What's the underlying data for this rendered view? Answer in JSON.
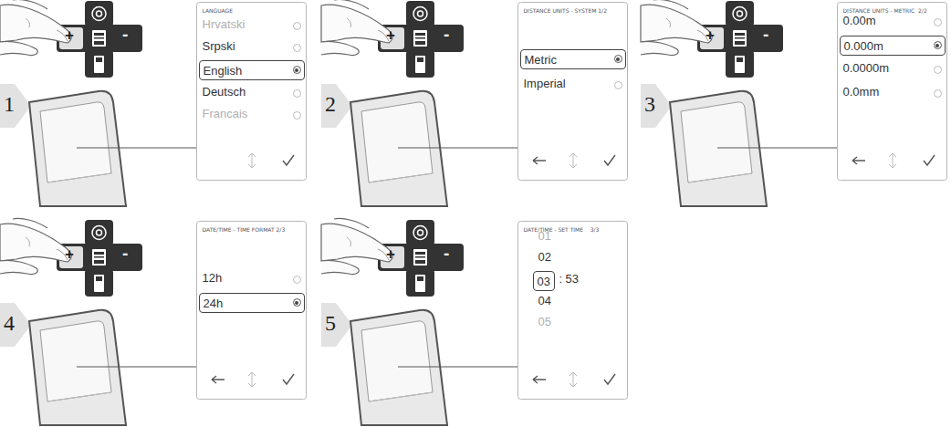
{
  "diagram": {
    "nodes": [
      {
        "text": [
          "LANGUAGE",
          "Hrvatski",
          "Srpski",
          "Deutsch",
          "Francais"
        ]
      },
      {
        "text": [
          "English"
        ],
        "in": 0
      },
      {
        "text": [
          "DISTANCE UNITS - SYSTEM 1/2",
          "Imperial"
        ]
      },
      {
        "text": [
          "Metric"
        ],
        "in": 2
      },
      {
        "text": [
          "DISTANCE UNITS - METRIC  2/2",
          "0.00m",
          "0.0000m",
          "0.0mm"
        ]
      },
      {
        "text": [
          "0.000m"
        ],
        "in": 4
      },
      {
        "text": [
          "DATE/TIME - TIME FORMAT 2/3",
          "12h"
        ]
      },
      {
        "text": [
          "24h"
        ],
        "in": 6
      },
      {
        "text": [
          "DATE/TIME - SET TIME    3/3",
          "01",
          "02",
          "04",
          "05",
          ":",
          "53"
        ]
      },
      {
        "text": [
          "03"
        ],
        "in": 8
      }
    ],
    "labels": [
      "1",
      "+",
      "-",
      "2",
      "+",
      "-",
      "3",
      "+",
      "-",
      "4",
      "+",
      "-",
      "5",
      "+",
      "-"
    ]
  }
}
